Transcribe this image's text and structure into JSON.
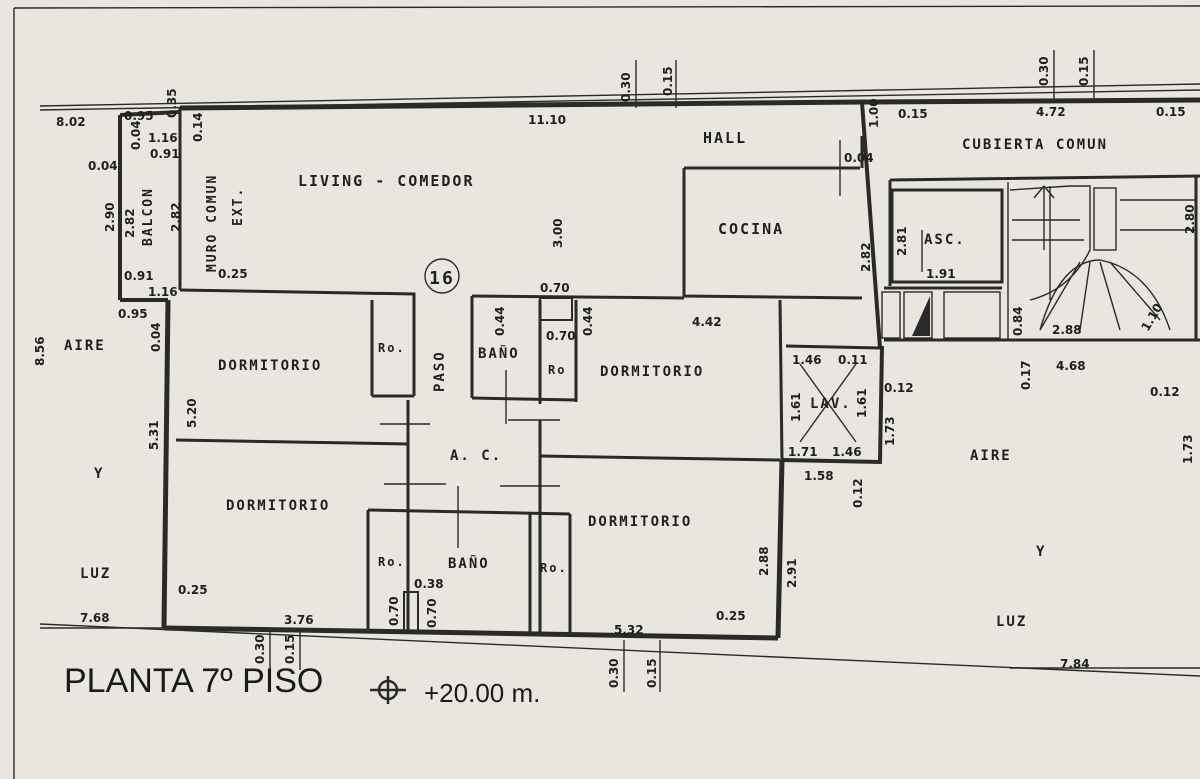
{
  "plan": {
    "title": "PLANTA 7º PISO",
    "level": "+20.00 m.",
    "unit_number": "16",
    "colors": {
      "paper": "#e9e6df",
      "ink": "#2a2a2a"
    }
  },
  "rooms": {
    "living_comedor": "LIVING - COMEDOR",
    "hall": "HALL",
    "cocina": "COCINA",
    "cubierta_comun": "CUBIERTA COMUN",
    "asc": "ASC.",
    "dormitorio_1": "DORMITORIO",
    "dormitorio_2": "DORMITORIO",
    "dormitorio_3": "DORMITORIO",
    "dormitorio_4": "DORMITORIO",
    "bano_1": "BAÑO",
    "bano_2": "BAÑO",
    "ac": "A. C.",
    "paso": "PASO",
    "lav": "LAV.",
    "ro_1": "Ro.",
    "ro_2": "Ro",
    "ro_3": "Ro.",
    "ro_4": "Ro.",
    "balcon": "BALCON",
    "muro_comun": "MURO COMUN",
    "ext": "EXT.",
    "aire_left": "AIRE",
    "y_left": "Y",
    "luz_left": "LUZ",
    "aire_right": "AIRE",
    "y_right": "Y",
    "luz_right": "LUZ"
  },
  "dims": {
    "d_030_top": "0.30",
    "d_015_top": "0.15",
    "d_030_tr": "0.30",
    "d_015_tr": "0.15",
    "d_802": "8.02",
    "d_095_top": "0.95",
    "d_035": "0.35",
    "d_1110": "11.10",
    "d_472": "4.72",
    "d_015_a": "0.15",
    "d_015_b": "0.15",
    "d_116_a": "1.16",
    "d_004_a": "0.04",
    "d_091_a": "0.91",
    "d_014": "0.14",
    "d_004_b": "0.04",
    "d_290": "2.90",
    "d_282_a": "2.82",
    "d_282_b": "2.82",
    "d_091_b": "0.91",
    "d_025_a": "0.25",
    "d_116_b": "1.16",
    "d_100": "1.00",
    "d_004_c": "0.04",
    "d_300": "3.00",
    "d_282_c": "2.82",
    "d_281": "2.81",
    "d_191": "1.91",
    "d_280": "2.80",
    "d_070_a": "0.70",
    "d_044_a": "0.44",
    "d_070_b": "0.70",
    "d_044_b": "0.44",
    "d_442": "4.42",
    "d_084": "0.84",
    "d_288": "2.88",
    "d_110": "1.10",
    "d_017": "0.17",
    "d_468": "4.68",
    "d_095_b": "0.95",
    "d_004_d": "0.04",
    "d_856": "8.56",
    "d_520": "5.20",
    "d_531": "5.31",
    "d_146_a": "1.46",
    "d_011": "0.11",
    "d_012_a": "0.12",
    "d_012_b": "0.12",
    "d_161_a": "1.61",
    "d_161_b": "1.61",
    "d_171": "1.71",
    "d_146_b": "1.46",
    "d_173_a": "1.73",
    "d_173_b": "1.73",
    "d_158": "1.58",
    "d_012_c": "0.12",
    "d_288_b": "2.88",
    "d_291": "2.91",
    "d_025_b": "0.25",
    "d_038": "0.38",
    "d_070_c": "0.70",
    "d_070_d": "0.70",
    "d_768": "7.68",
    "d_376": "3.76",
    "d_532": "5.32",
    "d_025_c": "0.25",
    "d_030_b": "0.30",
    "d_015_b2": "0.15",
    "d_030_c": "0.30",
    "d_015_c": "0.15",
    "d_784": "7.84"
  }
}
